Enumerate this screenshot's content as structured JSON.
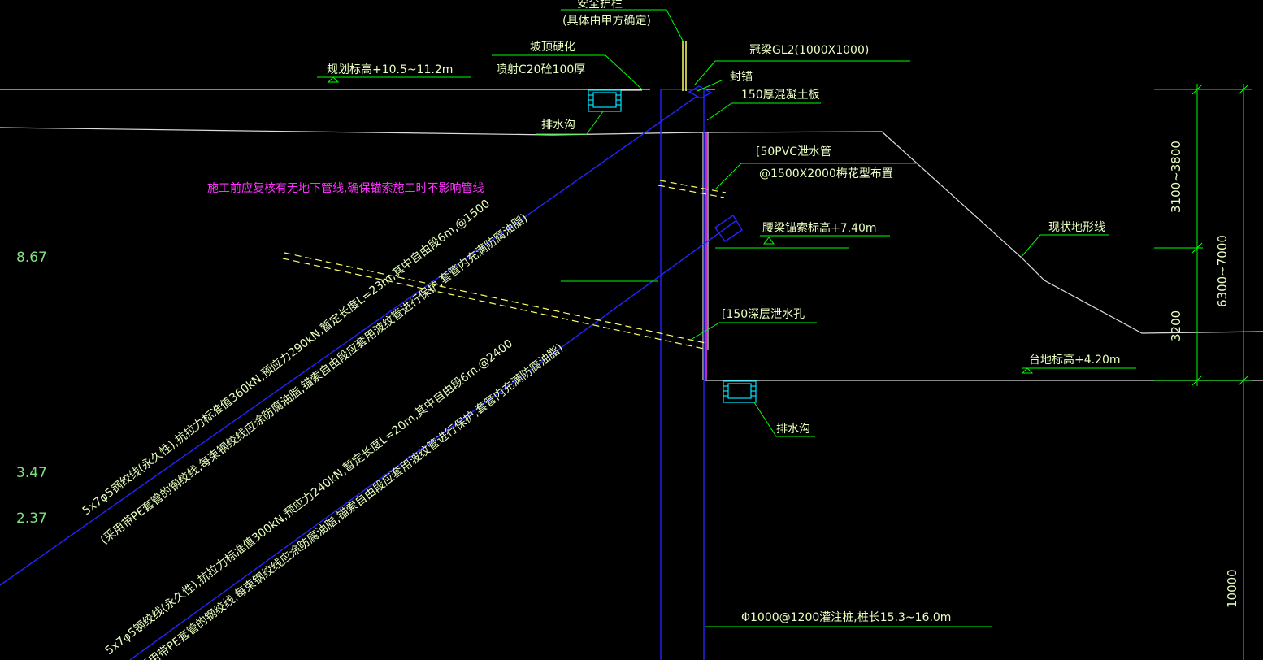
{
  "labels": {
    "guardrail": "安全护栏",
    "guardrail_note": "(具体由甲方确定)",
    "slope_top": "坡顶硬化",
    "shotcrete": "喷射C20砼100厚",
    "crown_beam": "冠梁GL2(1000X1000)",
    "seal_anchor": "封锚",
    "plan_elev": "规划标高+10.5~11.2m",
    "concrete_slab": "150厚混凝土板",
    "drain_top": "排水沟",
    "pvc_pipe": "[50PVC泄水管",
    "pvc_layout": "@1500X2000梅花型布置",
    "waist_beam": "腰梁锚索标高+7.40m",
    "existing_terrain": "现状地形线",
    "deep_drain": "[150深层泄水孔",
    "platform_elev": "台地标高+4.20m",
    "drain_bottom": "排水沟",
    "pile_spec": "Φ1000@1200灌注桩,桩长15.3~16.0m",
    "warning": "施工前应复核有无地下管线,确保锚索施工时不影响管线",
    "anchor1_line1": "5x7φ5钢绞线(永久性),抗拉力标准值360kN,预应力290kN,暂定长度L=23m,其中自由段6m,@1500",
    "anchor1_line2": "(采用带PE套管的钢绞线,每束钢绞线应涂防腐油脂,锚索自由段应套用波纹管进行保护,套管内充满防腐油脂)",
    "anchor2_line1": "5x7φ5钢绞线(永久性),抗拉力标准值300kN,预应力240kN,暂定长度L=20m,其中自由段6m,@2400",
    "anchor2_line2": "(采用带PE套管的钢绞线,每束钢绞线应涂防腐油脂,锚索自由段应套用波纹管进行保护,套管内充满防腐油脂)"
  },
  "levels": {
    "level_1": "8.67",
    "level_2": "3.47",
    "level_3": "2.37"
  },
  "dimensions": {
    "d1": "3100~3800",
    "d2": "3200",
    "d3": "6300~7000",
    "d4": "10000"
  },
  "colors": {
    "background": "#000000",
    "pile_lines": "#2424ff",
    "text": "#e8ffc0",
    "leader": "#00ff00",
    "warning": "#ff33ff",
    "drain": "#00e5ff",
    "anchor_dash": "#ffff66"
  }
}
